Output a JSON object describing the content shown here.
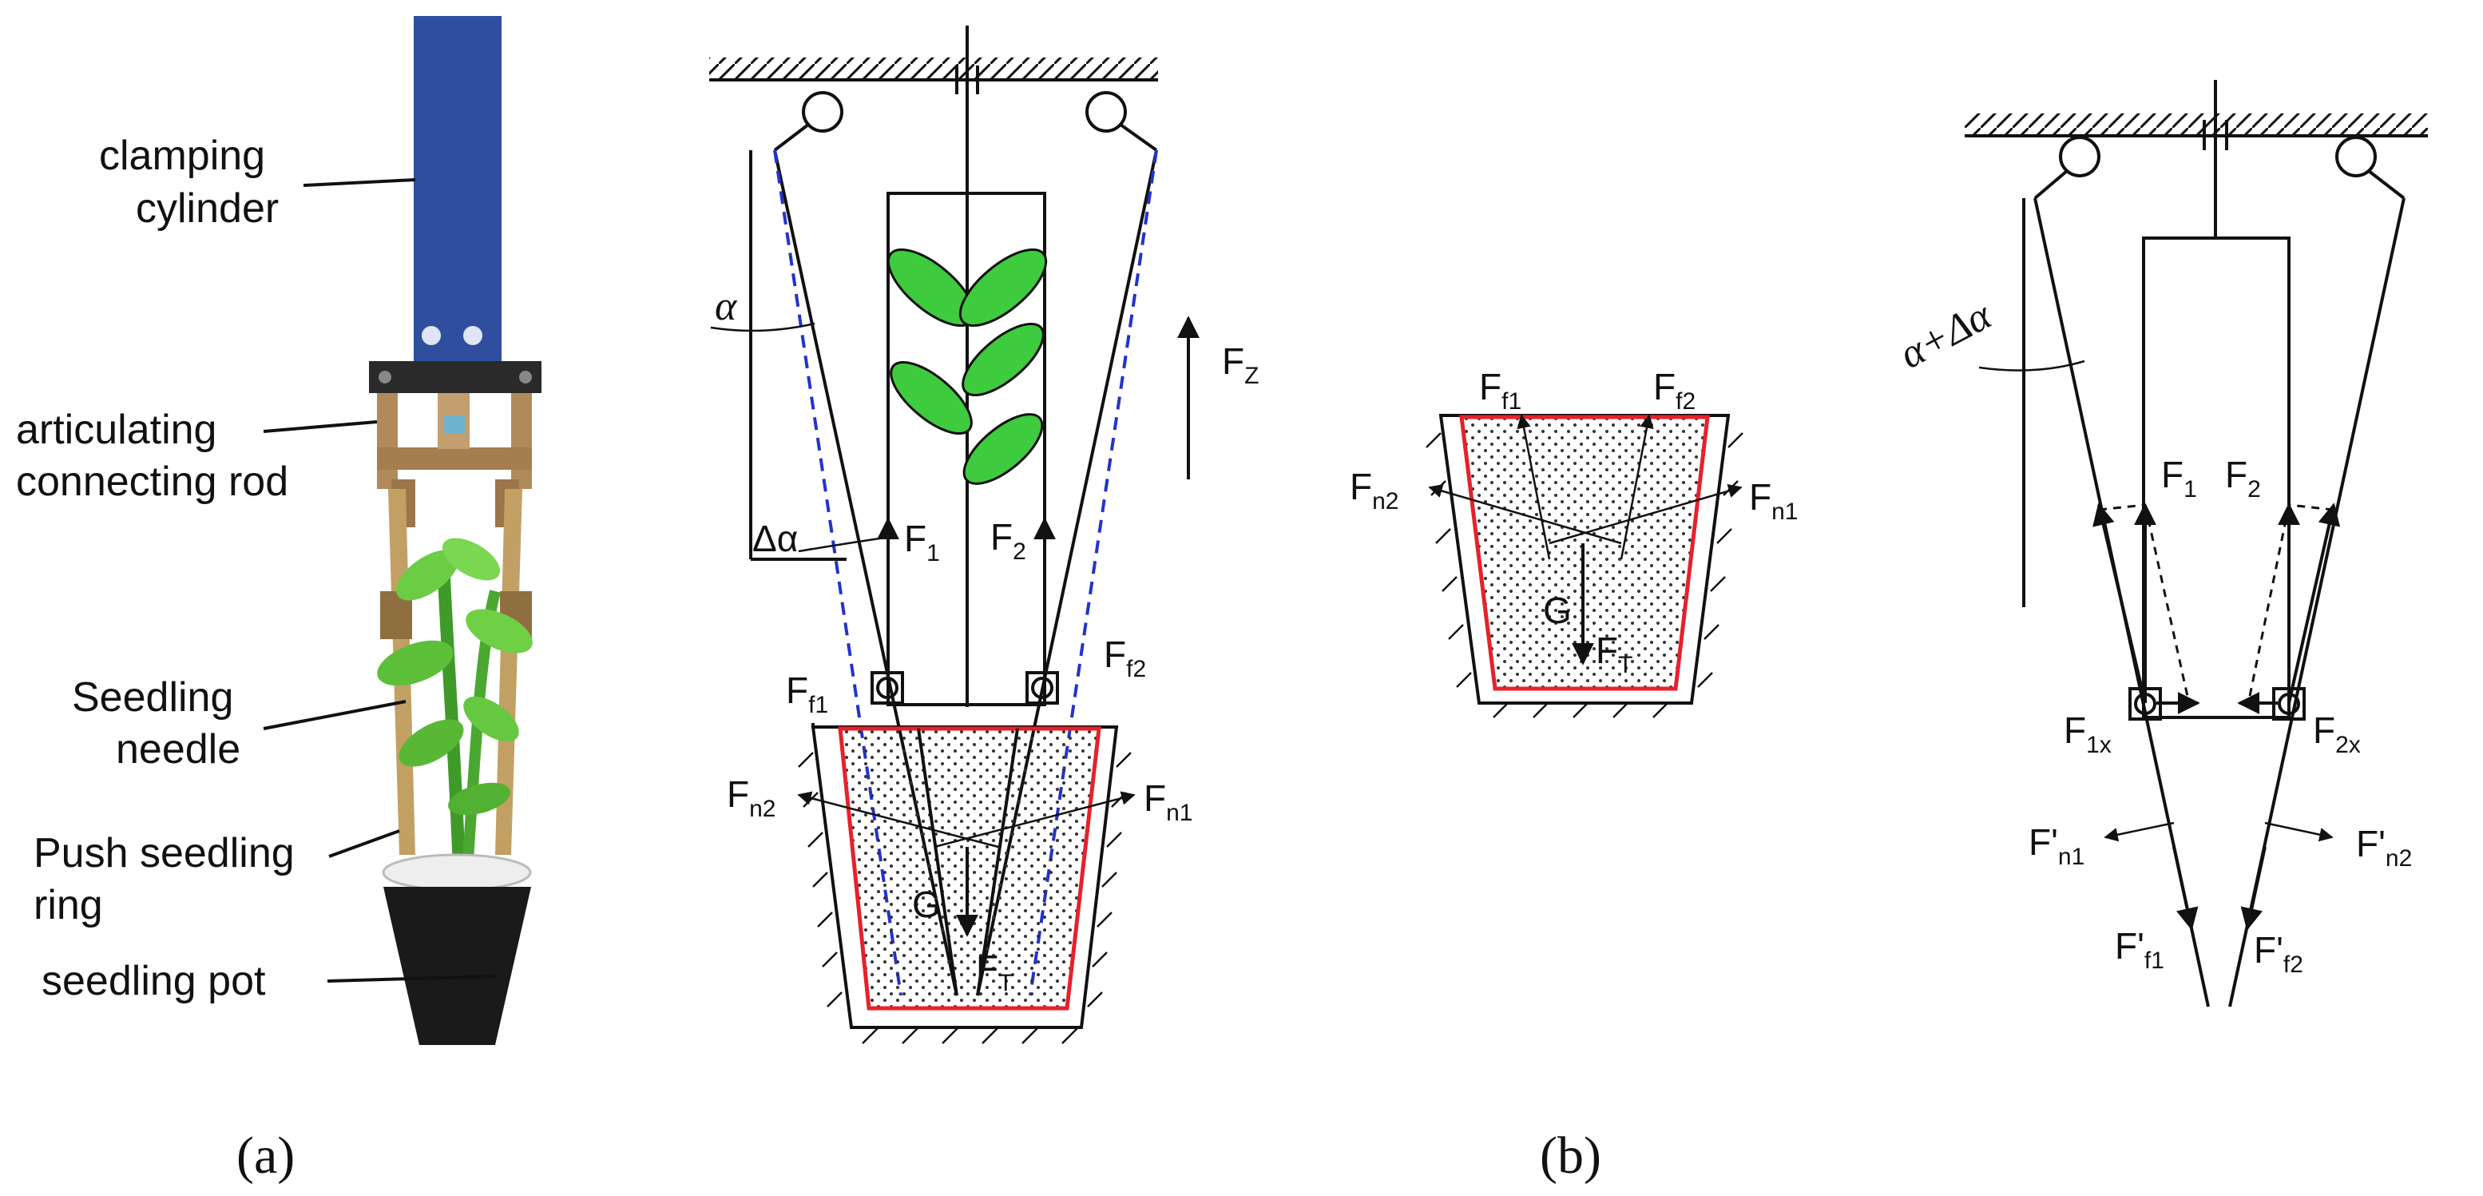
{
  "panel_a": {
    "caption": "(a)",
    "labels": {
      "clamping_cylinder_1": "clamping",
      "clamping_cylinder_2": "cylinder",
      "rod_1": "articulating",
      "rod_2": "connecting rod",
      "needle_1": "Seedling",
      "needle_2": "needle",
      "ring_1": "Push seedling",
      "ring_2": "ring",
      "pot": "seedling pot"
    },
    "colors": {
      "cylinder": "#2f4f9e",
      "rod": "#b08a5a",
      "pot": "#1a1a1a",
      "plant": "#5fbf3a"
    }
  },
  "panel_b": {
    "caption": "(b)",
    "left": {
      "alpha": "α",
      "delta_alpha": "Δα",
      "Fz": "F",
      "Fz_sub": "Z",
      "F1": "F",
      "F1_sub": "1",
      "F2": "F",
      "F2_sub": "2",
      "Ff1": "F",
      "Ff1_sub": "f1",
      "Ff2": "F",
      "Ff2_sub": "f2",
      "Fn1": "F",
      "Fn1_sub": "n1",
      "Fn2": "F",
      "Fn2_sub": "n2",
      "G": "G",
      "FT": "F",
      "FT_sub": "T"
    },
    "middle": {
      "Ff1": "F",
      "Ff1_sub": "f1",
      "Ff2": "F",
      "Ff2_sub": "f2",
      "Fn1": "F",
      "Fn1_sub": "n1",
      "Fn2": "F",
      "Fn2_sub": "n2",
      "G": "G",
      "FT": "F",
      "FT_sub": "T"
    },
    "right": {
      "alpha_delta": "α+Δα",
      "F1": "F",
      "F1_sub": "1",
      "F2": "F",
      "F2_sub": "2",
      "F1x": "F",
      "F1x_sub": "1x",
      "F2x": "F",
      "F2x_sub": "2x",
      "Fpn1": "F'",
      "Fpn1_sub": "n1",
      "Fpn2": "F'",
      "Fpn2_sub": "n2",
      "Fpf1": "F'",
      "Fpf1_sub": "f1",
      "Fpf2": "F'",
      "Fpf2_sub": "f2"
    },
    "colors": {
      "soil_outline": "#e8202a",
      "needle_dashed": "#2233cc",
      "leaf": "#3ecb3e"
    }
  }
}
